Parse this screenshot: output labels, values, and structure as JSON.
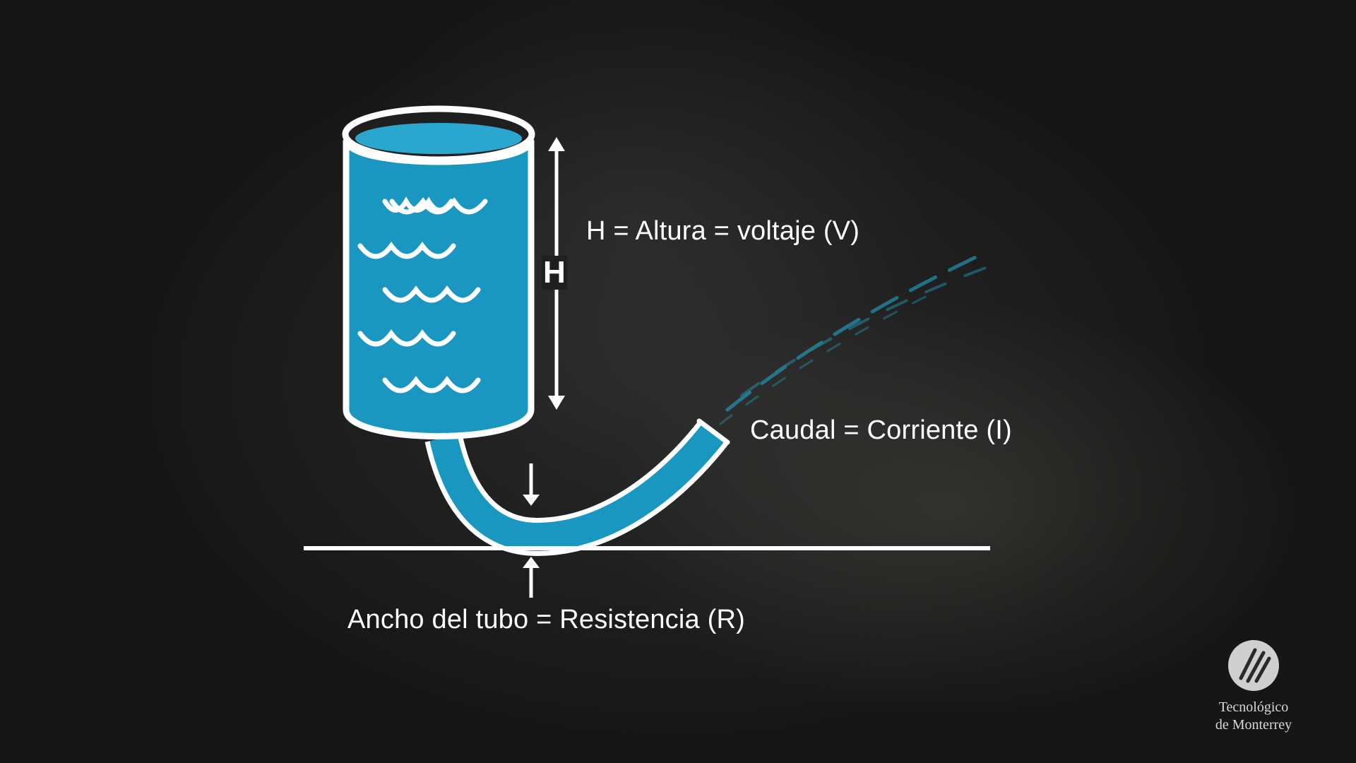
{
  "labels": {
    "height_equation": "H = Altura  = voltaje (V)",
    "height_letter": "H",
    "flow_equation": "Caudal = Corriente (I)",
    "width_equation": "Ancho del tubo = Resistencia (R)"
  },
  "logo": {
    "line1": "Tecnológico",
    "line2": "de Monterrey"
  },
  "colors": {
    "water": "#1a97c0",
    "water_surface": "#2aa6cf",
    "chalk": "#ffffff",
    "background": "#1f1f1f"
  },
  "icons": {
    "logo_mark": "tec-de-monterrey-flame-icon"
  }
}
